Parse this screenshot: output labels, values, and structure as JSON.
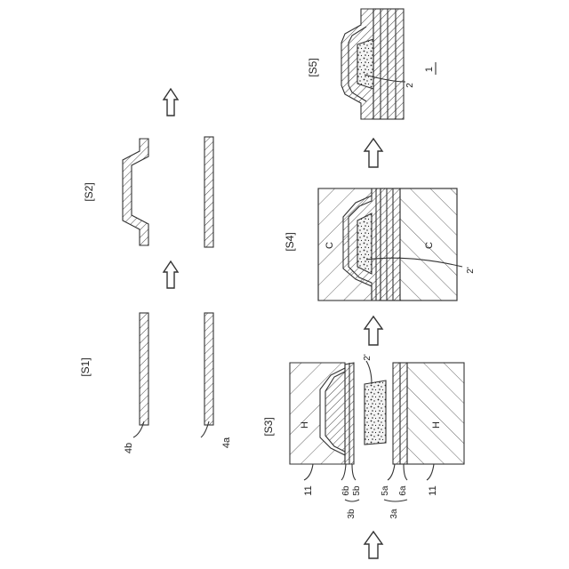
{
  "steps": {
    "s1": "[S1]",
    "s2": "[S2]",
    "s3": "[S3]",
    "s4": "[S4]",
    "s5": "[S5]"
  },
  "labels": {
    "film_top": "4b",
    "film_bottom": "4a",
    "mold_H": "H",
    "mold_C": "C",
    "core_prime": "2'",
    "core_final": "2",
    "product": "1",
    "layer_11": "11",
    "layer_6b": "6b",
    "layer_5b": "5b",
    "layer_3b": "3b",
    "layer_5a": "5a",
    "layer_6a": "6a",
    "layer_3a": "3a"
  }
}
